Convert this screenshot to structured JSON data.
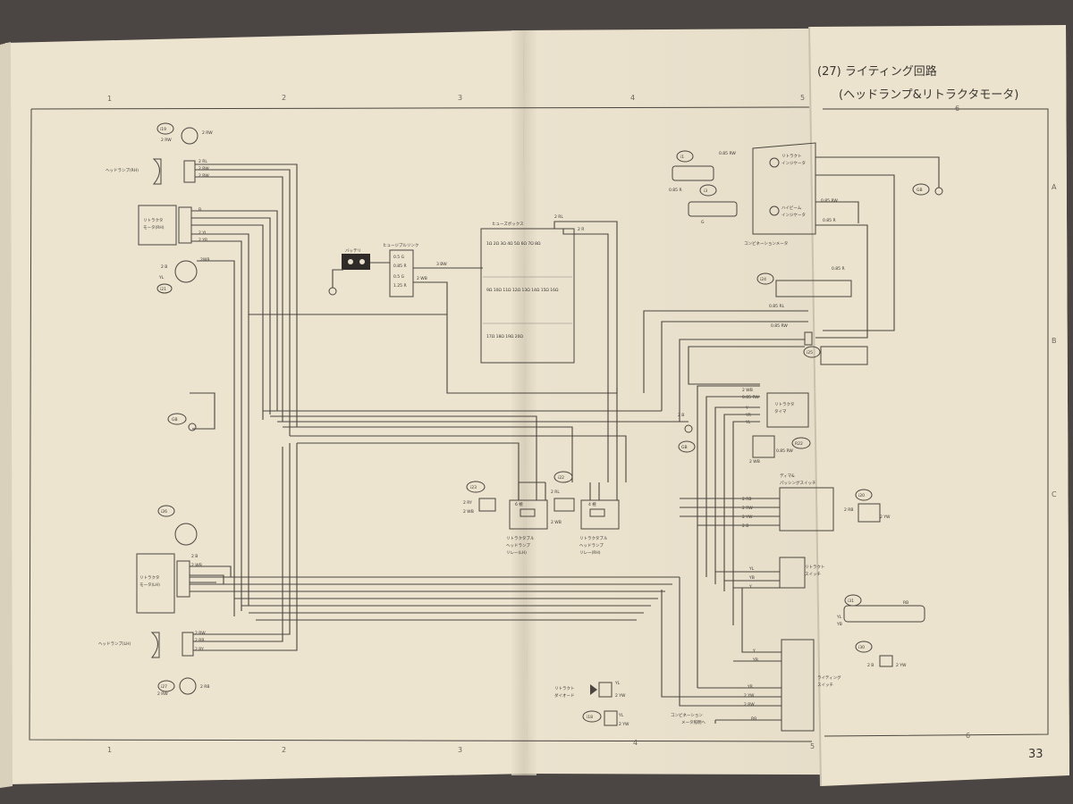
{
  "document": {
    "title_line1": "(27) ライティング回路",
    "title_line2": "(ヘッドランプ&リトラクタモータ)",
    "page_number": "33"
  },
  "grid": {
    "top_columns": [
      "1",
      "2",
      "3",
      "4",
      "5",
      "6"
    ],
    "bottom_columns": [
      "1",
      "2",
      "3",
      "4",
      "5",
      "6"
    ],
    "rows": [
      "A",
      "B",
      "C"
    ]
  },
  "labels": {
    "fuse_box": "ヒューズボックス",
    "fusible_link": "ヒュージブルリンク",
    "battery": "バッテリ",
    "retract_motor": "リトラクタ モータ(RH)",
    "headlamp_rh": "ヘッドランプ(RH)",
    "retract_relay_lh": "リトラクタブル ヘッドランプ リレー(LH)",
    "retract_relay_rh": "リトラクタブル ヘッドランプ リレー(RH)",
    "retract_indicator": "リトラクト インジケータ",
    "highbeam_indicator": "ハイビーム インジケータ",
    "combination_meter": "コンビネーションメータ",
    "retract_timer": "リトラクタ タイマ",
    "dimmer_switch": "ディマ& パッシングスイッチ",
    "retract_switch": "リトラクト スイッチ",
    "lighting_switch": "ライティング スイッチ",
    "retract_diode": "リトラクト ダイオード",
    "meter_illum": "コンビネーション メータ照明へ",
    "retract_motor_lh": "リトラクタ モータ(LH)",
    "headlamp_lh": "ヘッドランプ(LH)",
    "gb": "GB",
    "relay_6": "6 極",
    "relay_4": "4 極",
    "fusible_vals": [
      "0.5 G",
      "0.85 R",
      "0.5 G",
      "1.25 R"
    ]
  },
  "wire_codes": {
    "w_2rl": "2 RL",
    "w_2r": "2 R",
    "w_3bw": "3 BW",
    "w_2wb": "2 WB",
    "w_085rw": "0.85 RW",
    "w_085r": "0.85 R",
    "w_085rl": "0.85 RL",
    "w_2ry": "2 RY",
    "w_2rb": "2 RB",
    "w_2rw": "2 RW",
    "w_2yw": "2 YW",
    "w_2b": "2 B",
    "w_yl": "YL",
    "w_yb": "YB",
    "w_y": "Y",
    "w_yr": "YR",
    "w_rb": "RB",
    "w_b": "B",
    "w_g": "G"
  },
  "connectors": {
    "i1": "i1",
    "i3": "i3",
    "i24": "i24",
    "i25": "i25",
    "i23": "i23",
    "i22": "i22",
    "r22": "R22",
    "i20": "i20",
    "i31": "i31",
    "i30": "i30",
    "i18": "i18",
    "i19": "i19",
    "i21": "i21",
    "i26": "i26",
    "i27": "i27"
  },
  "colors": {
    "paper_left": "#ece4cf",
    "paper_right": "#ebe2cd",
    "background": "#4b4643",
    "ink": "#4a4540",
    "shadow": "#c9c1ac"
  }
}
